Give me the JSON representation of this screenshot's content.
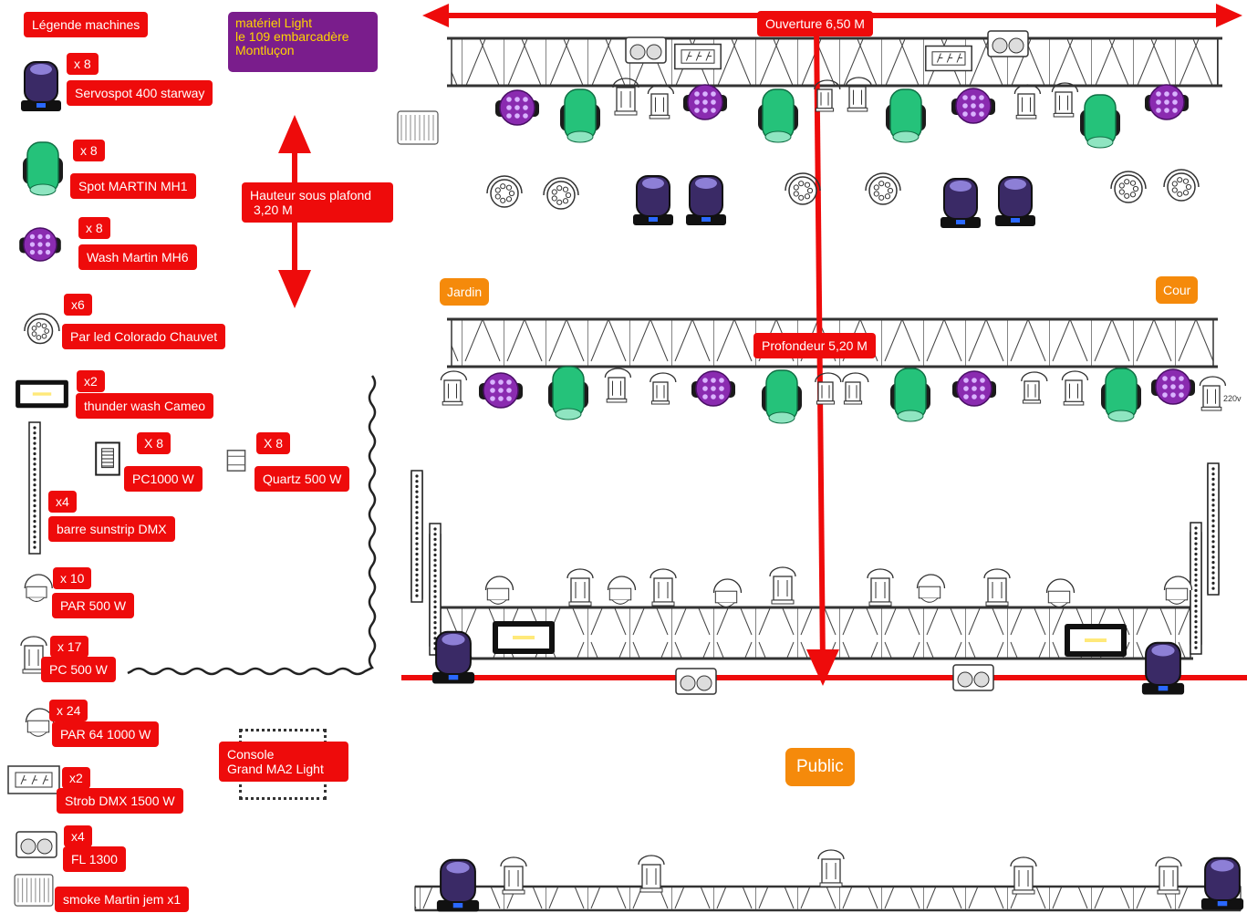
{
  "legend": {
    "title": "Légende machines",
    "items": [
      {
        "count": "x 8",
        "name": "Servospot 400 starway",
        "icon": "moving-head-dark"
      },
      {
        "count": "x 8",
        "name": "Spot MARTIN MH1",
        "icon": "moving-head-green"
      },
      {
        "count": "x 8",
        "name": "Wash Martin MH6",
        "icon": "led-wash-purple"
      },
      {
        "count": "x6",
        "name": "Par led Colorado Chauvet",
        "icon": "par-led"
      },
      {
        "count": "x2",
        "name": "thunder wash Cameo",
        "icon": "thunder-wash"
      },
      {
        "count": "X 8",
        "name": "PC1000 W",
        "icon": "pc-1000"
      },
      {
        "count": "X 8",
        "name": "Quartz 500 W",
        "icon": "quartz"
      },
      {
        "count": "x4",
        "name": "barre sunstrip DMX",
        "icon": "sunstrip-bar"
      },
      {
        "count": "x 10",
        "name": "PAR 500 W",
        "icon": "par-500"
      },
      {
        "count": "x 17",
        "name": "PC 500 W",
        "icon": "pc-500"
      },
      {
        "count": "x 24",
        "name": "PAR 64 1000 W",
        "icon": "par-64"
      },
      {
        "count": "x2",
        "name": "Strob DMX 1500 W",
        "icon": "strobe"
      },
      {
        "count": "x4",
        "name": "FL 1300",
        "icon": "fl-1300"
      },
      {
        "count": "",
        "name": "smoke Martin jem x1",
        "icon": "smoke-machine"
      }
    ]
  },
  "venue": {
    "line1": "matériel Light",
    "line2": "le 109 embarcadère",
    "line3": "Montluçon"
  },
  "dimensions": {
    "height_line1": "Hauteur sous plafond",
    "height_line2": "3,20 M",
    "opening": "Ouverture 6,50 M",
    "depth": "Profondeur 5,20 M"
  },
  "stage": {
    "left": "Jardin",
    "right": "Cour",
    "audience": "Public"
  },
  "console": {
    "line1": "Console",
    "line2": "Grand  MA2 Light"
  },
  "socket_label": "220v",
  "colors": {
    "label": "#ee0b0b",
    "tag": "#f58a0b",
    "venue_bg": "#7a1d8c",
    "venue_text": "#ffd400",
    "arrow": "#ee0b0b"
  }
}
